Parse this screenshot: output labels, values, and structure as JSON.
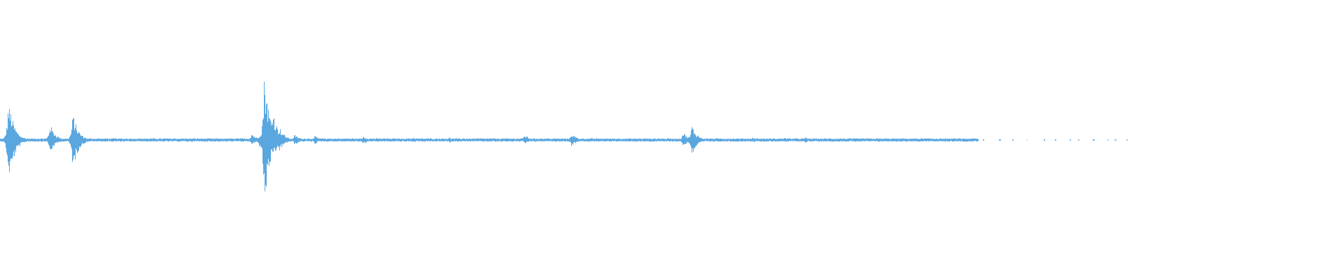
{
  "waveform": {
    "color": "#5aa7e0",
    "background": "#ffffff",
    "audible_end": 0.728,
    "sparse_end": 0.84,
    "amplitude_floor": 0.012,
    "events": [
      {
        "t": 0.006,
        "up": 0.28,
        "down": 0.3
      },
      {
        "t": 0.0075,
        "up": 0.22,
        "down": 0.26
      },
      {
        "t": 0.037,
        "up": 0.12,
        "down": 0.1
      },
      {
        "t": 0.054,
        "up": 0.2,
        "down": 0.22
      },
      {
        "t": 0.187,
        "up": 0.05,
        "down": 0.04
      },
      {
        "t": 0.193,
        "up": 0.05,
        "down": 0.06
      },
      {
        "t": 0.1965,
        "up": 0.5,
        "down": 0.52
      },
      {
        "t": 0.2025,
        "up": 0.24,
        "down": 0.17
      },
      {
        "t": 0.2075,
        "up": 0.1,
        "down": 0.09
      },
      {
        "t": 0.219,
        "up": 0.04,
        "down": 0.04
      },
      {
        "t": 0.234,
        "up": 0.03,
        "down": 0.03
      },
      {
        "t": 0.27,
        "up": 0.03,
        "down": 0.03
      },
      {
        "t": 0.307,
        "up": 0.02,
        "down": 0.02
      },
      {
        "t": 0.334,
        "up": 0.02,
        "down": 0.02
      },
      {
        "t": 0.39,
        "up": 0.04,
        "down": 0.03
      },
      {
        "t": 0.425,
        "up": 0.05,
        "down": 0.05
      },
      {
        "t": 0.508,
        "up": 0.06,
        "down": 0.05
      },
      {
        "t": 0.5145,
        "up": 0.11,
        "down": 0.12
      },
      {
        "t": 0.56,
        "up": 0.02,
        "down": 0.02
      },
      {
        "t": 0.583,
        "up": 0.02,
        "down": 0.02
      },
      {
        "t": 0.599,
        "up": 0.02,
        "down": 0.02
      }
    ]
  }
}
